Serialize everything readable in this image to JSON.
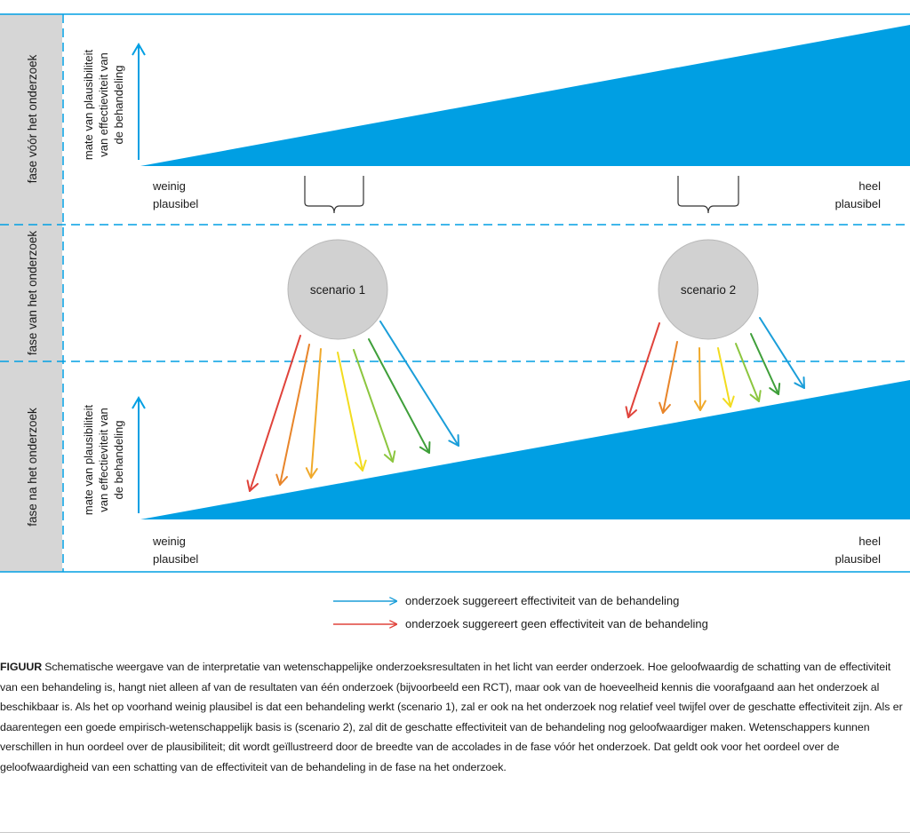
{
  "phases": {
    "before": "fase vóór het onderzoek",
    "during": "fase van het onderzoek",
    "after": "fase na het onderzoek"
  },
  "y_axis_label": [
    "mate van plausibiliteit",
    "van effectieviteit van",
    "de behandeling"
  ],
  "x_axis": {
    "low": [
      "weinig",
      "plausibel"
    ],
    "high": [
      "heel",
      "plausibel"
    ]
  },
  "scenarios": [
    "scenario 1",
    "scenario 2"
  ],
  "legend": [
    {
      "label": "onderzoek suggereert effectiviteit van de behandeling",
      "color": "#1b9ed9"
    },
    {
      "label": "onderzoek suggereert geen effectiviteit van de behandeling",
      "color": "#e0433b"
    }
  ],
  "arrow_colors": [
    "#e0433b",
    "#e8852a",
    "#f0a92a",
    "#f2dc1f",
    "#8cc63f",
    "#3f9f3a",
    "#1b9ed9"
  ],
  "colors": {
    "accent": "#009fe3",
    "circle": "#d1d1d1",
    "phase_band": "#d6d6d6"
  },
  "caption": {
    "label": "FIGUUR",
    "text": "Schematische weergave van de interpretatie van wetenschappelijke onderzoeksresultaten in het licht van eerder onderzoek. Hoe geloofwaardig de schatting van de effectiviteit van een behandeling is, hangt niet alleen af van de resultaten van één onderzoek (bijvoorbeeld een RCT), maar ook van de hoeveelheid kennis die voorafgaand aan het onderzoek al beschikbaar is. Als het op voorhand weinig plausibel is dat een behandeling werkt (scenario 1), zal er ook na het onderzoek nog relatief veel twijfel over de geschatte effectiviteit zijn. Als er daarentegen een goede empirisch-wetenschappelijk basis is (scenario 2), zal dit de geschatte effectiviteit van de behandeling nog geloofwaardiger maken. Wetenschappers kunnen verschillen in hun oordeel over de plausibiliteit; dit wordt geïllustreerd door de breedte van de accolades in de fase vóór het onderzoek. Dat geldt ook voor het oordeel over de geloofwaardigheid van een schatting van de effectiviteit van de behandeling in de fase na het onderzoek."
  }
}
